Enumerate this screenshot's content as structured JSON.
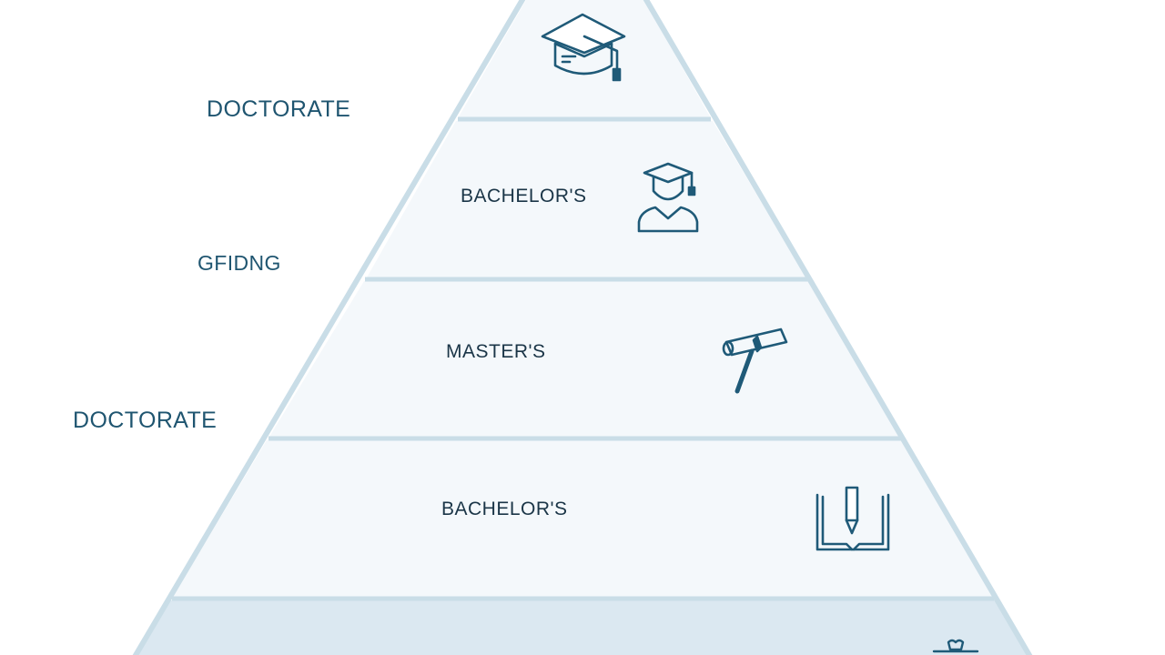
{
  "colors": {
    "outline": "#c9dde7",
    "fill_light": "#f4f8fb",
    "fill_base": "#dbe8f1",
    "label_side": "#1f5570",
    "label_tier": "#1a3547",
    "icon_stroke": "#1f5a78"
  },
  "side_labels": [
    "DOCTORATE",
    "GFIDNG",
    "DOCTORATE"
  ],
  "tiers": [
    {
      "label": "",
      "icon": "graduation-cap-icon"
    },
    {
      "label": "BACHELOR'S",
      "icon": "graduate-person-icon"
    },
    {
      "label": "MASTER'S",
      "icon": "diploma-scroll-icon"
    },
    {
      "label": "BACHELOR'S",
      "icon": "book-pencil-icon"
    },
    {
      "label": "",
      "icon": "base-symbol-icon"
    }
  ]
}
